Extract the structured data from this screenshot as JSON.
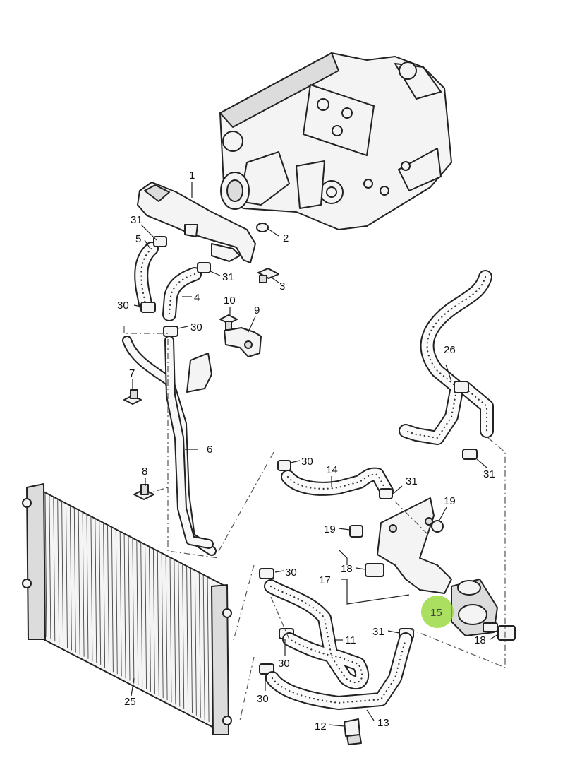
{
  "callouts": {
    "c1": "1",
    "c2": "2",
    "c3": "3",
    "c4": "4",
    "c5": "5",
    "c6": "6",
    "c7": "7",
    "c8": "8",
    "c9": "9",
    "c10": "10",
    "c11": "11",
    "c12": "12",
    "c13": "13",
    "c14": "14",
    "c15": "15",
    "c17": "17",
    "c18a": "18",
    "c18b": "18",
    "c19a": "19",
    "c19b": "19",
    "c25": "25",
    "c26": "26",
    "c30a": "30",
    "c30b": "30",
    "c30c": "30",
    "c30d": "30",
    "c30e": "30",
    "c30f": "30",
    "c31a": "31",
    "c31b": "31",
    "c31c": "31",
    "c31d": "31",
    "c31e": "31"
  },
  "colors": {
    "highlight": "#8fd42a"
  }
}
